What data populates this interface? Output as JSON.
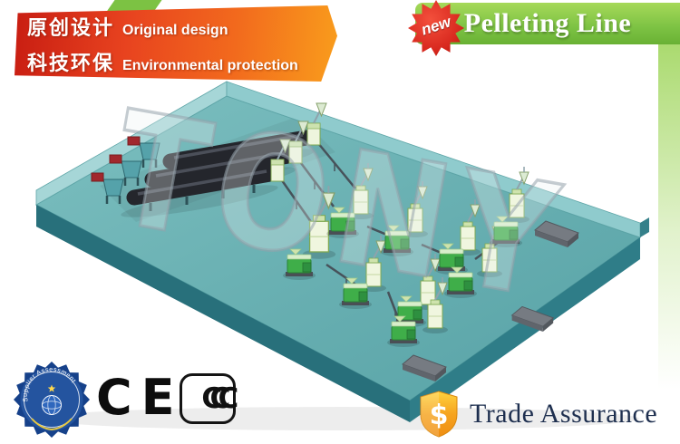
{
  "banner": {
    "line1": {
      "zh": "原创设计",
      "en": "Original design"
    },
    "line2": {
      "zh": "科技环保",
      "en": "Environmental protection"
    }
  },
  "title_bar": {
    "badge": "new",
    "title": "Pelleting Line"
  },
  "watermark": "TONY",
  "badges": {
    "seal_text": "Supplier Assessment",
    "ce": "CE",
    "ccc": "CCC"
  },
  "trade": {
    "symbol": "$",
    "label": "Trade Assurance"
  },
  "icons": {
    "new-badge": "red-starburst",
    "supplier-seal": "blue-star-seal-with-globe",
    "trade-shield": "gold-shield-with-dollar"
  },
  "colors": {
    "accent_green": "#7cc243",
    "banner_red": "#d42a1c",
    "banner_orange": "#f7941d",
    "badge_red": "#d8281e",
    "platform_teal": "#69b0b2",
    "machine_green": "#3fae49",
    "drum_black": "#24262c",
    "seal_blue": "#1d4e9b",
    "shield_gold": "#f6a41f",
    "trade_text_navy": "#1e2f4f"
  },
  "illustration": {
    "subject": "isometric pelleting production line on teal platform",
    "elements": [
      "feed hoppers",
      "rotary drum dryers",
      "conveyors",
      "pellet mills",
      "cooler cabinets with cyclones",
      "discharge ramps"
    ]
  }
}
